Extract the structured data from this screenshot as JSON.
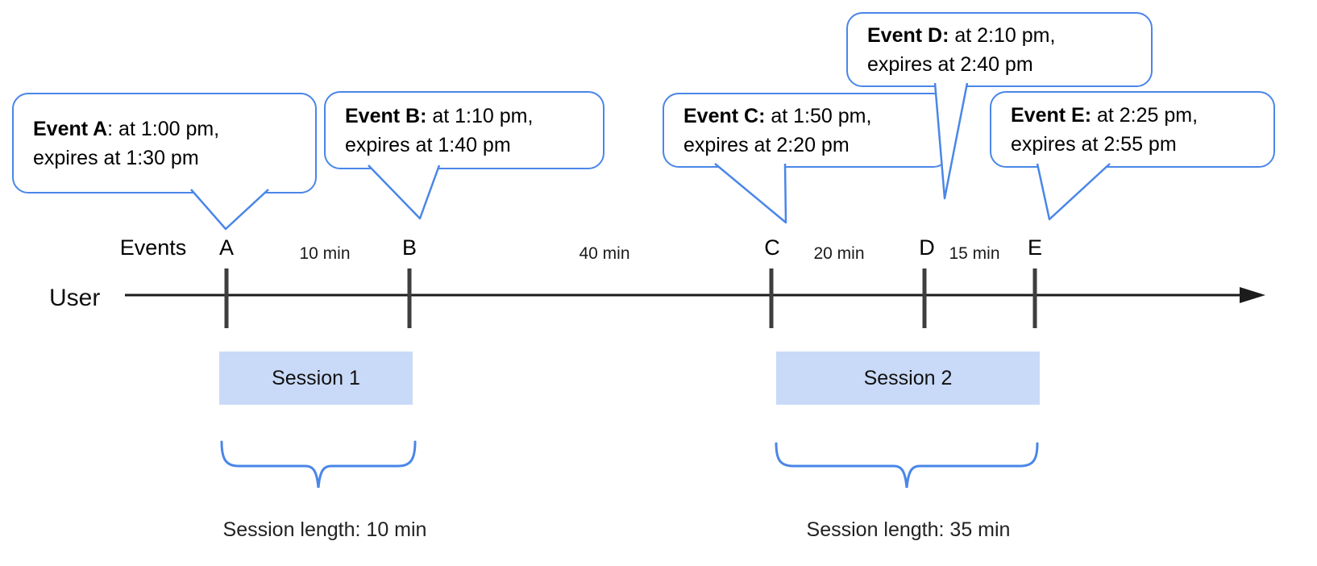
{
  "bubbles": [
    {
      "bold": "Event A",
      "rest": ": at 1:00 pm,",
      "line2": "expires at 1:30 pm"
    },
    {
      "bold": "Event B:",
      "rest": " at 1:10 pm,",
      "line2": "expires at 1:40 pm"
    },
    {
      "bold": "Event C:",
      "rest": " at 1:50 pm,",
      "line2": "expires at 2:20 pm"
    },
    {
      "bold": "Event D:",
      "rest": " at 2:10 pm,",
      "line2": "expires at 2:40 pm"
    },
    {
      "bold": "Event E:",
      "rest": " at 2:25 pm,",
      "line2": "expires at 2:55 pm"
    }
  ],
  "timeline": {
    "row_label": "Events",
    "axis_label": "User",
    "letters": [
      "A",
      "B",
      "C",
      "D",
      "E"
    ],
    "intervals": [
      "10 min",
      "40 min",
      "20 min",
      "15 min"
    ]
  },
  "sessions": [
    {
      "label": "Session 1",
      "length": "Session length: 10 min"
    },
    {
      "label": "Session 2",
      "length": "Session length: 35 min"
    }
  ],
  "colors": {
    "accent_blue": "#4a86e8",
    "session_fill": "#c9daf8",
    "axis": "#1c1c1c",
    "tick": "#3e3e3e"
  }
}
